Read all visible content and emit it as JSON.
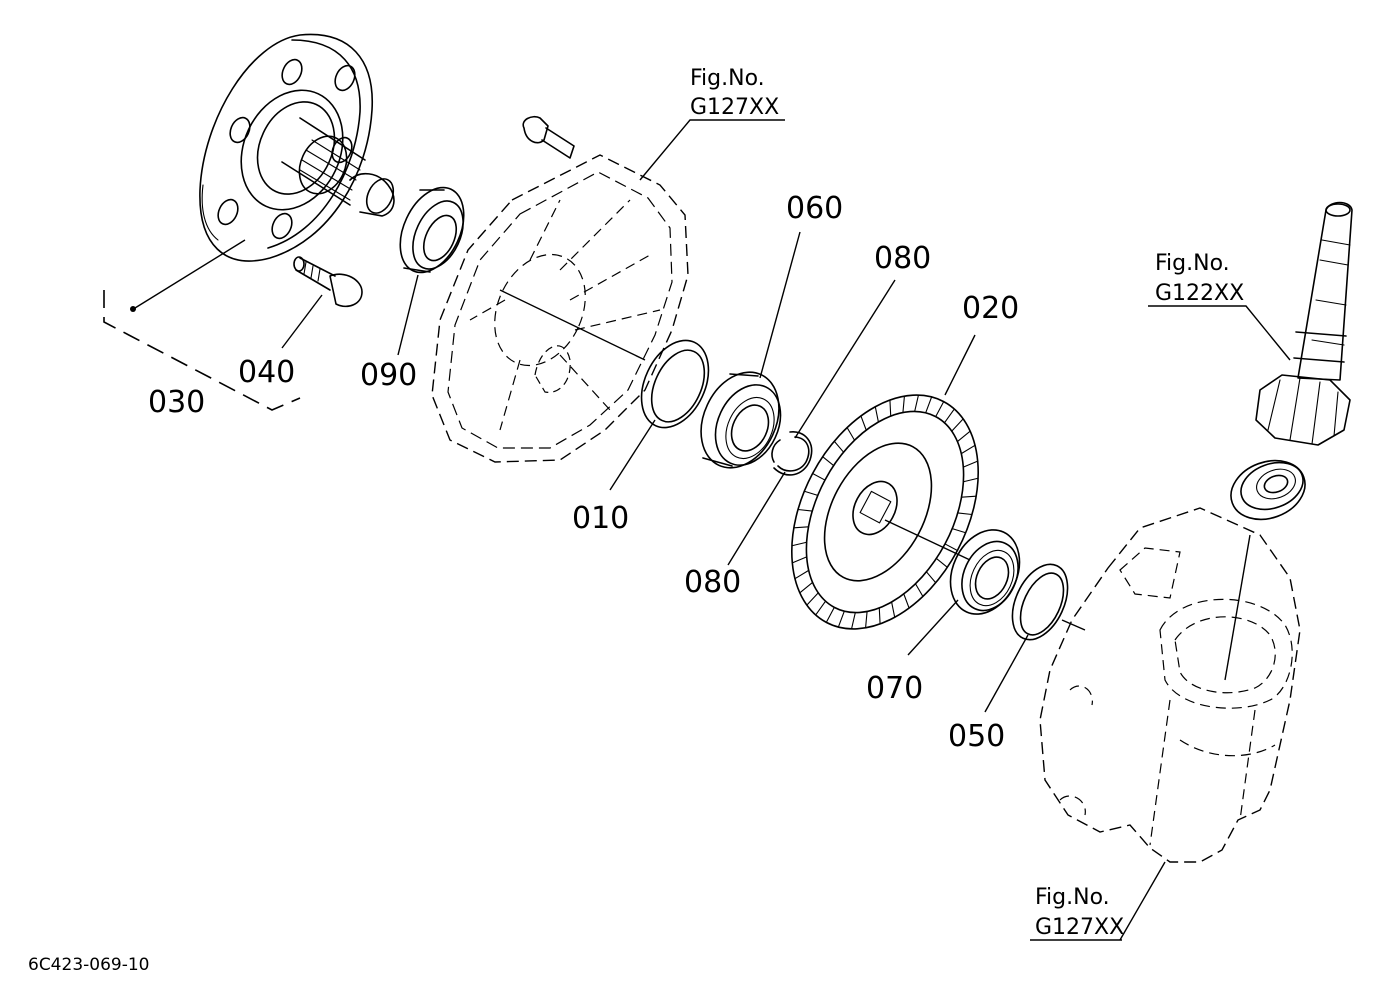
{
  "parts": [
    {
      "key": "p030",
      "label": "030"
    },
    {
      "key": "p040",
      "label": "040"
    },
    {
      "key": "p090",
      "label": "090"
    },
    {
      "key": "p010",
      "label": "010"
    },
    {
      "key": "p060",
      "label": "060"
    },
    {
      "key": "p080a",
      "label": "080"
    },
    {
      "key": "p080b",
      "label": "080"
    },
    {
      "key": "p020",
      "label": "020"
    },
    {
      "key": "p070",
      "label": "070"
    },
    {
      "key": "p050",
      "label": "050"
    }
  ],
  "figure_refs": [
    {
      "key": "ref1",
      "line1": "Fig.No.",
      "line2": "G127XX"
    },
    {
      "key": "ref2",
      "line1": "Fig.No.",
      "line2": "G122XX"
    },
    {
      "key": "ref3",
      "line1": "Fig.No.",
      "line2": "G127XX"
    }
  ],
  "drawing_code": "6C423-069-10"
}
